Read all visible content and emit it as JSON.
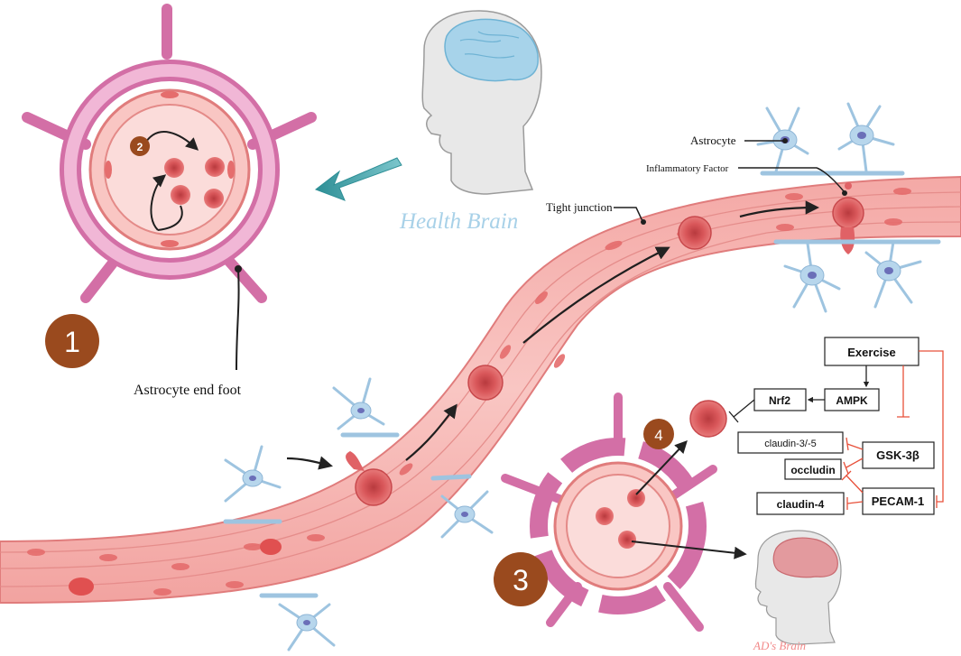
{
  "colors": {
    "vessel_fill": "#f7b9b6",
    "vessel_edge": "#e07c7c",
    "endfoot": "#d36fa6",
    "astrocyte": "#a9cce6",
    "astrocyte_nucleus": "#6b6fb8",
    "cell": "#d9575a",
    "cell_core": "#b83a3e",
    "marker_badge": "#9a4a1e",
    "inhibit_line": "#e8503a",
    "health_text": "#a8d1e8",
    "ad_text": "#f28a8a",
    "brain_blue": "#a7d3ea",
    "brain_red": "#e39a9e"
  },
  "labels": {
    "astrocyte": "Astrocyte",
    "inflammatory_factor": "Inflammatory Factor",
    "tight_junction": "Tight junction",
    "astrocyte_end_foot": "Astrocyte end foot",
    "health_brain": "Health Brain",
    "ad_brain": "AD's Brain"
  },
  "markers": {
    "m1": "1",
    "m2": "2",
    "m3": "3",
    "m4": "4"
  },
  "pathway": {
    "exercise": "Exercise",
    "ampk": "AMPK",
    "nrf2": "Nrf2",
    "gsk3b": "GSK-3β",
    "pecam1": "PECAM-1",
    "claudin35": "claudin-3/-5",
    "occludin": "occludin",
    "claudin4": "claudin-4"
  }
}
